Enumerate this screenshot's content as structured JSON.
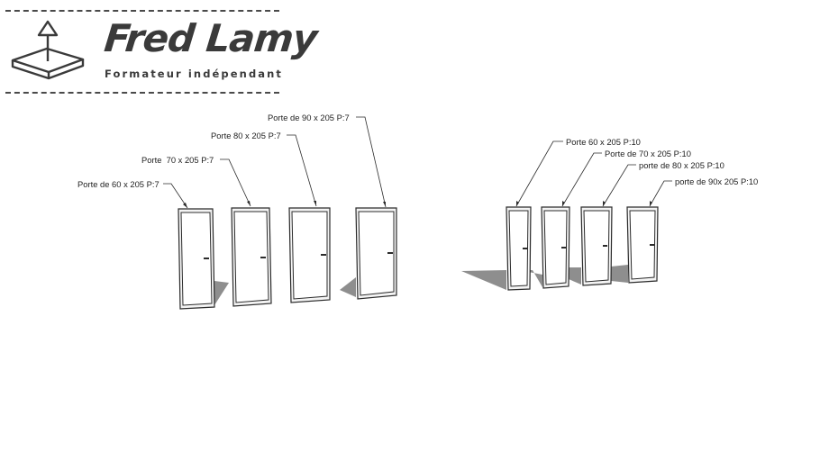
{
  "brand": {
    "name": "Fred Lamy",
    "subtitle": "Formateur indépendant",
    "icon": "upload-arrow-platform-icon"
  },
  "doors_p7": [
    {
      "label": "Porte de 60 x 205 P:7"
    },
    {
      "label": "Porte  70 x 205 P:7"
    },
    {
      "label": "Porte 80 x 205 P:7"
    },
    {
      "label": "Porte de 90 x 205 P:7"
    }
  ],
  "doors_p10": [
    {
      "label": "Porte 60 x 205 P:10"
    },
    {
      "label": "Porte de 70 x 205 P:10"
    },
    {
      "label": "porte de 80 x 205 P:10"
    },
    {
      "label": "porte de 90x 205 P:10"
    }
  ],
  "colors": {
    "ink": "#2b2b2b",
    "shadow": "#8a8a8a",
    "background": "#ffffff"
  }
}
